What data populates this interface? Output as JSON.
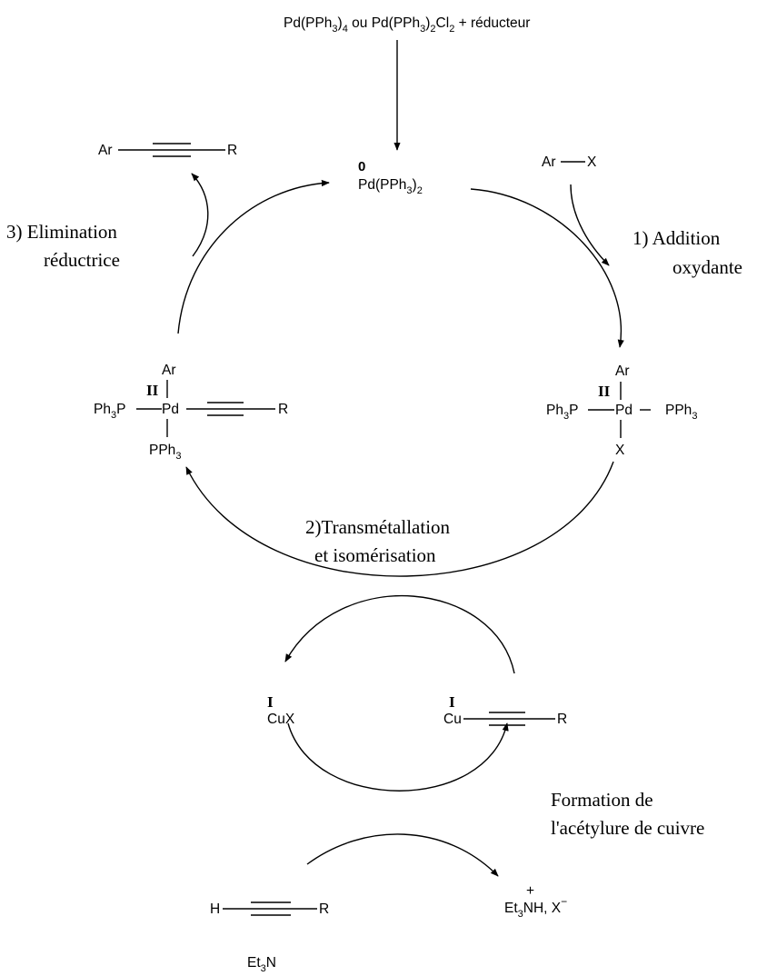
{
  "precatalyst": {
    "a": "Pd(PPh",
    "a_sub": "3",
    "b": ")",
    "b_sub": "4",
    "c": " ou Pd(PPh",
    "c_sub": "3",
    "d": ")",
    "d_sub": "2",
    "e": "Cl",
    "e_sub": "2",
    "f": " + réducteur"
  },
  "pd0": {
    "ox": "0",
    "main": "Pd(PPh",
    "sub1": "3",
    "close": ")",
    "sub2": "2"
  },
  "product": {
    "ar": "Ar",
    "r": "R"
  },
  "arx": {
    "ar": "Ar",
    "x": "X"
  },
  "pd_right": {
    "ox": "II",
    "ar": "Ar",
    "ph3p": "Ph",
    "ph3p_sub": "3",
    "ph3p_p": "P",
    "pd": "Pd",
    "pph3": "PPh",
    "pph3_sub": "3",
    "x": "X"
  },
  "pd_left": {
    "ox": "II",
    "ar": "Ar",
    "ph3p": "Ph",
    "ph3p_sub": "3",
    "ph3p_p": "P",
    "pd": "Pd",
    "r": "R",
    "pph3": "PPh",
    "pph3_sub": "3"
  },
  "steps": {
    "step1_l1": "1) Addition",
    "step1_l2": "oxydante",
    "step2_l1": "2)Transmétallation",
    "step2_l2": "et isomérisation",
    "step3_l1": "3) Elimination",
    "step3_l2": "réductrice",
    "cu_l1": "Formation de",
    "cu_l2": "l'acétylure de cuivre"
  },
  "cux": {
    "ox": "I",
    "label": "CuX"
  },
  "cu_acetylide": {
    "ox": "I",
    "cu": "Cu",
    "r": "R"
  },
  "alkyne": {
    "h": "H",
    "r": "R"
  },
  "base": {
    "main": "Et",
    "sub": "3",
    "n": "N"
  },
  "salt": {
    "plus": "+",
    "main": "Et",
    "sub": "3",
    "rest": "NH, X",
    "minus": "−"
  }
}
